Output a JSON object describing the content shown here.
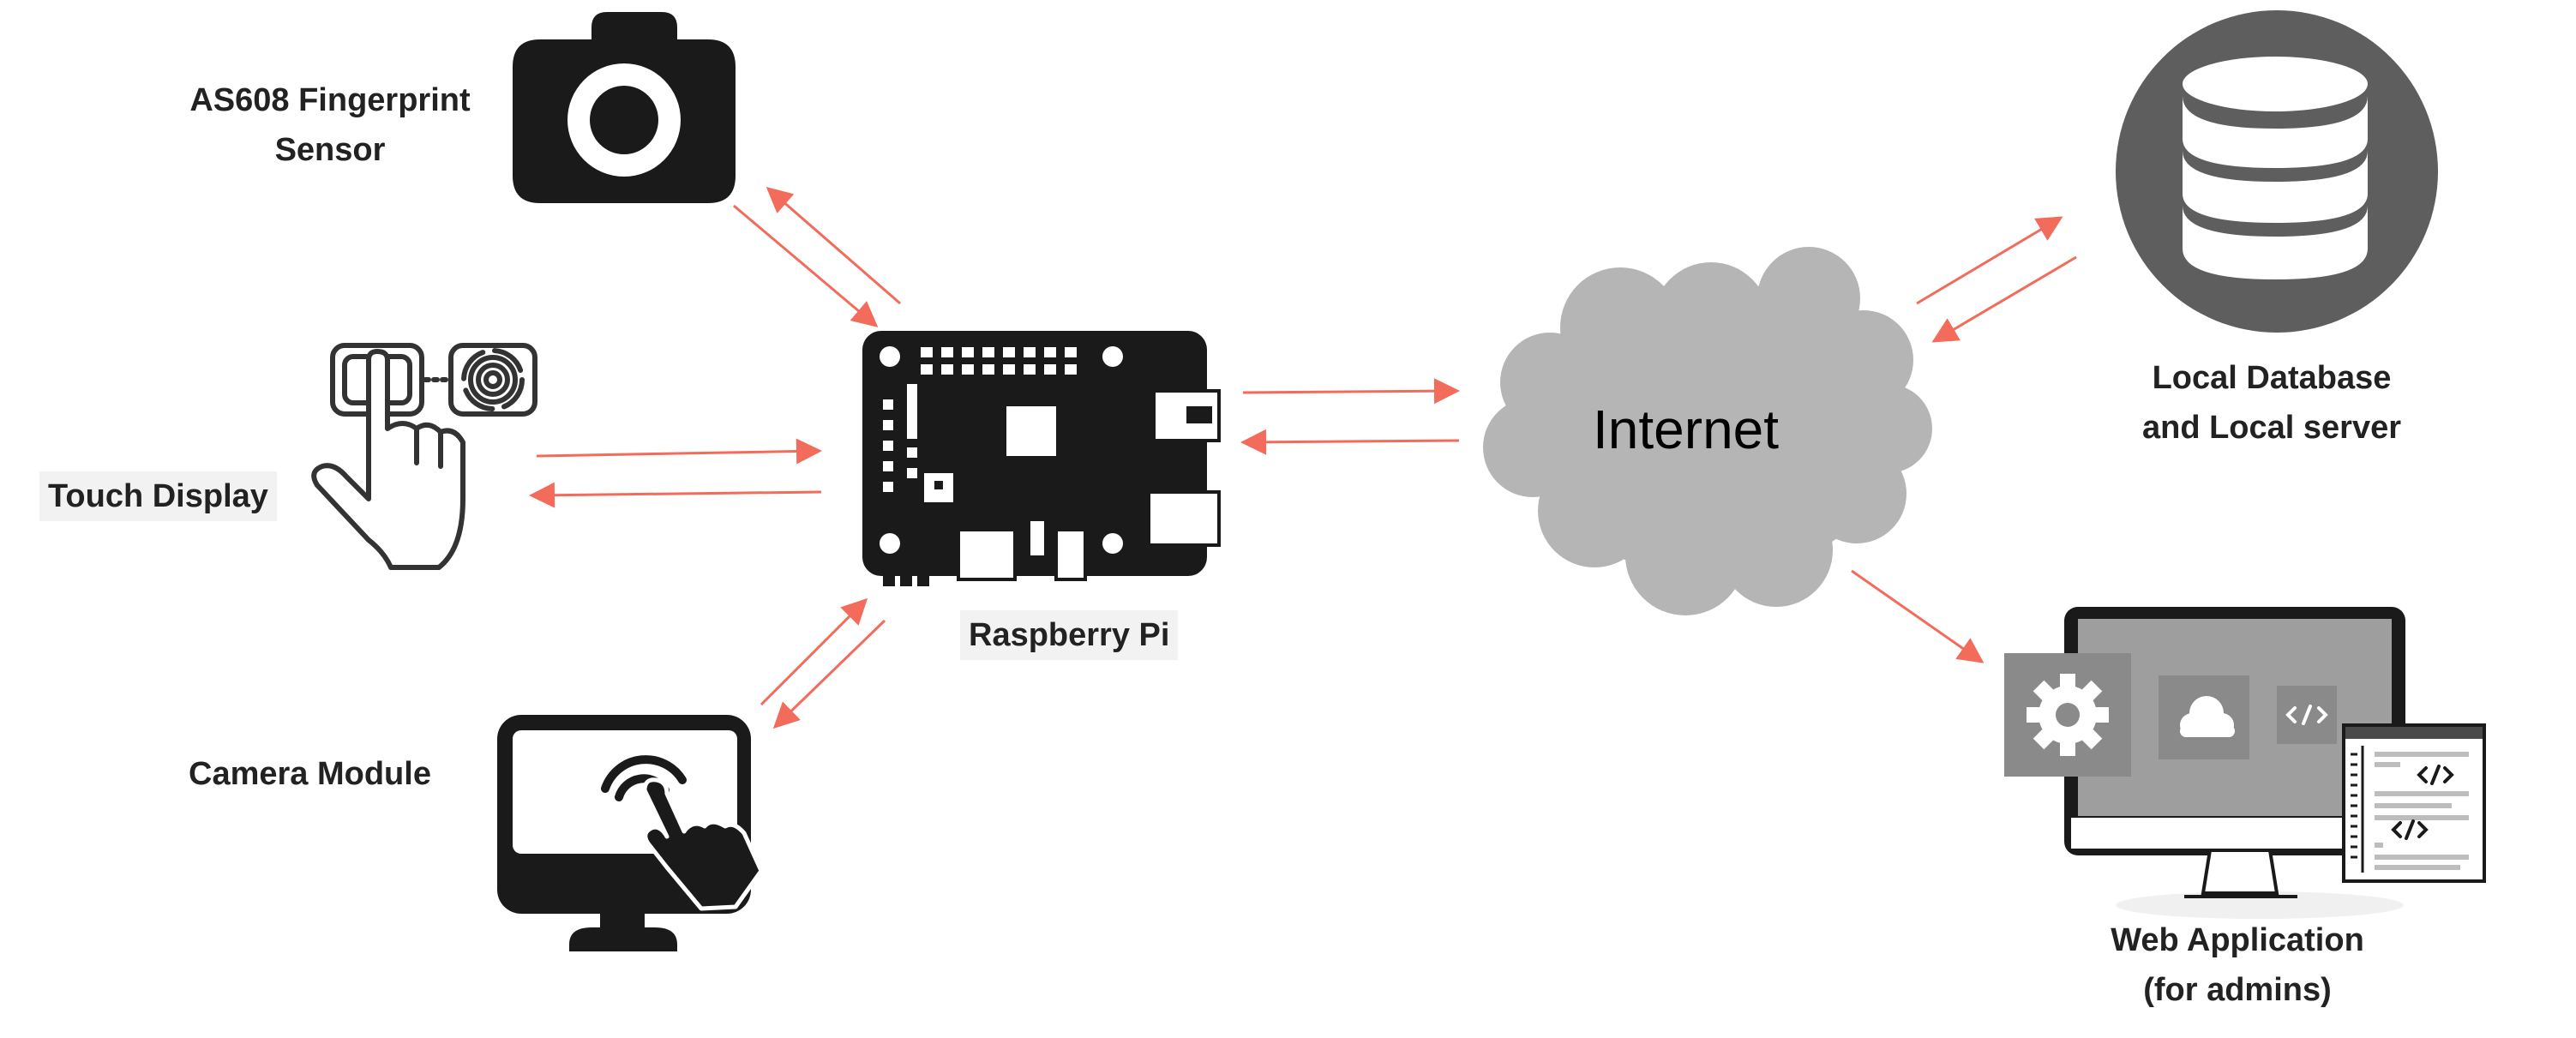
{
  "diagram": {
    "nodes": {
      "fingerprint_sensor": {
        "label_line1": "AS608 Fingerprint",
        "label_line2": "Sensor",
        "icon": "camera-icon"
      },
      "touch_display": {
        "label": "Touch Display",
        "icon": "touch-fingerprint-icon"
      },
      "camera_module": {
        "label": "Camera Module",
        "icon": "touch-monitor-icon"
      },
      "raspberry_pi": {
        "label": "Raspberry Pi",
        "icon": "circuit-board-icon"
      },
      "internet": {
        "label": "Internet",
        "icon": "cloud-icon"
      },
      "local_db": {
        "label_line1": "Local Database",
        "label_line2": "and Local server",
        "icon": "database-icon"
      },
      "web_app": {
        "label_line1": "Web Application",
        "label_line2": "(for admins)",
        "icon": "web-app-monitor-icon"
      }
    },
    "colors": {
      "arrow": "#f26b5b",
      "icon_dark": "#1a1a1a",
      "cloud": "#b5b5b5",
      "database_circle": "#5e5e5e",
      "screen_gray": "#9e9e9e",
      "label_bg": "#f2f2f2"
    }
  }
}
